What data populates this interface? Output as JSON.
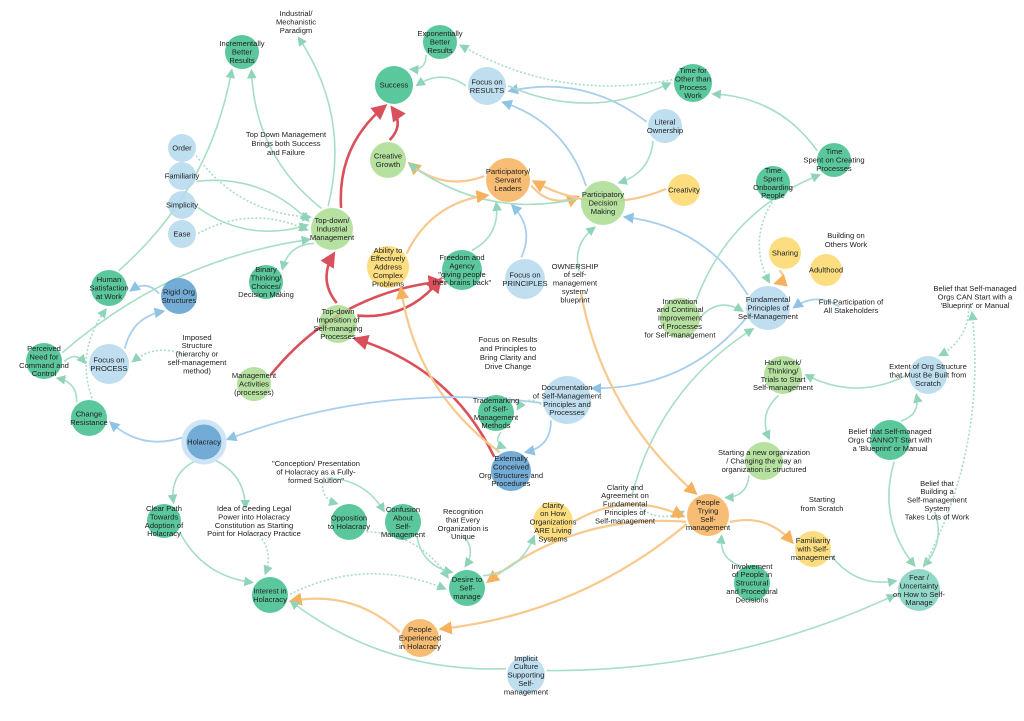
{
  "colors": {
    "green": "#3dbd8c",
    "light_green": "#a9dc8f",
    "light_blue": "#b4d9ee",
    "blue": "#5a9ed0",
    "orange": "#f6b15d",
    "yellow": "#fbd86a",
    "red": "#d9505a",
    "teal": "#7fd1c0"
  },
  "nodes": [
    {
      "id": "industrial",
      "label": "Industrial/\nMechanistic\nParadigm",
      "kind": "text"
    },
    {
      "id": "incremental",
      "label": "Incrementally\nBetter\nResults",
      "kind": "green"
    },
    {
      "id": "exponential",
      "label": "Exponentially\nBetter\nResults",
      "kind": "green"
    },
    {
      "id": "success",
      "label": "Success",
      "kind": "green"
    },
    {
      "id": "focus_results",
      "label": "Focus on\nRESULTS",
      "kind": "light_blue"
    },
    {
      "id": "time_other",
      "label": "Time for\nOther than\nProcess\nWork",
      "kind": "green"
    },
    {
      "id": "literal_own",
      "label": "Literal\nOwnership",
      "kind": "light_blue"
    },
    {
      "id": "time_creating",
      "label": "Time\nSpent on Creating\nProcesses",
      "kind": "green"
    },
    {
      "id": "order",
      "label": "Order",
      "kind": "light_blue"
    },
    {
      "id": "familiarity",
      "label": "Familiarity",
      "kind": "light_blue"
    },
    {
      "id": "simplicity",
      "label": "Simplicity",
      "kind": "light_blue"
    },
    {
      "id": "ease",
      "label": "Ease",
      "kind": "light_blue"
    },
    {
      "id": "creative_growth",
      "label": "Creative\nGrowth",
      "kind": "light_green"
    },
    {
      "id": "participatory_leaders",
      "label": "Participatory/\nServant\nLeaders",
      "kind": "orange"
    },
    {
      "id": "creativity",
      "label": "Creativity",
      "kind": "yellow"
    },
    {
      "id": "time_onboarding",
      "label": "Time\nSpent\nOnboarding\nPeople",
      "kind": "green"
    },
    {
      "id": "top_down",
      "label": "Top-down/\nIndustrial\nManagement",
      "kind": "light_green"
    },
    {
      "id": "participatory_dm",
      "label": "Participatory\nDecision\nMaking",
      "kind": "light_green"
    },
    {
      "id": "human_sat",
      "label": "Human\nSatisfaction\nat Work",
      "kind": "green"
    },
    {
      "id": "binary",
      "label": "Binary\nThinking/\nChoices/\nDecision Making",
      "kind": "green"
    },
    {
      "id": "ability_address",
      "label": "Ability to\nEffectively\nAddress\nComplex\nProblems",
      "kind": "yellow"
    },
    {
      "id": "freedom",
      "label": "Freedom and\nAgency\n\"giving people\ntheir brains back\"",
      "kind": "green"
    },
    {
      "id": "focus_principles",
      "label": "Focus on\nPRINCIPLES",
      "kind": "light_blue"
    },
    {
      "id": "ownership",
      "label": "OWNERSHIP\nof self-\nmanagement\nsystem/\nblueprint",
      "kind": "light_blue"
    },
    {
      "id": "sharing",
      "label": "Sharing",
      "kind": "yellow"
    },
    {
      "id": "adulthood",
      "label": "Adulthood",
      "kind": "yellow"
    },
    {
      "id": "rigid_org",
      "label": "Rigid Org\nStructures",
      "kind": "blue"
    },
    {
      "id": "top_down_imp",
      "label": "Top-down\nImposition of\nSelf-managing\nProcesses",
      "kind": "light_green"
    },
    {
      "id": "innovation",
      "label": "Innovation\nand Continual\nImprovement\nof Processes\nfor Self-management",
      "kind": "light_green"
    },
    {
      "id": "fundamental",
      "label": "Fundamental\nPrinciples of\nSelf-Management",
      "kind": "light_blue"
    },
    {
      "id": "full_participation",
      "label": "Full Participation of\nAll Stakeholders",
      "kind": "light_blue"
    },
    {
      "id": "belief_can",
      "label": "Belief that Self-managed\nOrgs CAN Start with a\n'Blueprint' or Manual",
      "kind": "green"
    },
    {
      "id": "perceived_need",
      "label": "Perceived\nNeed for\nCommand and\nControl",
      "kind": "green"
    },
    {
      "id": "focus_process",
      "label": "Focus on\nPROCESS",
      "kind": "light_blue"
    },
    {
      "id": "imposed",
      "label": "Imposed\nStructure\n(hierarchy or\nself-management\nmethod)",
      "kind": "light_green"
    },
    {
      "id": "mgmt_activities",
      "label": "Management\nActivities\n(processes)",
      "kind": "light_green"
    },
    {
      "id": "hard_work",
      "label": "Hard work/\nThinking/\nTrials to Start\nSelf-management",
      "kind": "light_green"
    },
    {
      "id": "extent_org",
      "label": "Extent of Org Structure\nthat Must Be Built from\nScratch",
      "kind": "light_blue"
    },
    {
      "id": "change_resistance",
      "label": "Change\nResistance",
      "kind": "green"
    },
    {
      "id": "documentation",
      "label": "Documentation\nof Self-Management\nPrinciples and\nProcesses",
      "kind": "light_blue"
    },
    {
      "id": "trademarking",
      "label": "Trademarking\nof Self-\nManagement\nMethods",
      "kind": "green"
    },
    {
      "id": "holacracy",
      "label": "Holacracy",
      "kind": "blue"
    },
    {
      "id": "conception",
      "label": "\"Conception/ Presentation\nof Holacracy as a Fully-\nformed Solution\"",
      "kind": "green"
    },
    {
      "id": "externally",
      "label": "Externally\nConceived\nOrg Structures and\nProcedures",
      "kind": "blue"
    },
    {
      "id": "starting_new",
      "label": "Starting a new organization\n/ Changing the way an\norganization is structured",
      "kind": "light_green"
    },
    {
      "id": "belief_cannot",
      "label": "Belief that Self-managed\nOrgs CANNOT Start with\na 'Blueprint' or Manual",
      "kind": "green"
    },
    {
      "id": "clear_path",
      "label": "Clear Path\nTowards\nAdoption of\nHolacracy",
      "kind": "green"
    },
    {
      "id": "ceding",
      "label": "Idea of Ceeding Legal\nPower into Holacracy\nConstitution as Starting\nPoint for Holacracy Practice",
      "kind": "light_green"
    },
    {
      "id": "opposition",
      "label": "Opposition\nto Holacracy",
      "kind": "green"
    },
    {
      "id": "confusion",
      "label": "Confusion\nAbout\nSelf-\nManagement",
      "kind": "green"
    },
    {
      "id": "recognition",
      "label": "Recognition\nthat Every\nOrganization is\nUnique",
      "kind": "green"
    },
    {
      "id": "clarity_living",
      "label": "Clarity\non How\nOrganizations\nARE Living\nSystems",
      "kind": "yellow"
    },
    {
      "id": "clarity_fund",
      "label": "Clarity and\nAgreement on\nFundamental\nPrinciples of\nSelf-management",
      "kind": "light_blue"
    },
    {
      "id": "people_trying",
      "label": "People\nTrying\nSelf-\nmanagement",
      "kind": "orange"
    },
    {
      "id": "belief_building",
      "label": "Belief that\nBuilding a\nSelf-management\nSystem\nTakes Lots of Work",
      "kind": "green"
    },
    {
      "id": "interest",
      "label": "Interest in\nHolacracy",
      "kind": "green"
    },
    {
      "id": "desire",
      "label": "Desire to\nSelf-\nmanage",
      "kind": "green"
    },
    {
      "id": "involvement",
      "label": "Involvement\nof People in\nStructural\nand Procedural\nDecisions",
      "kind": "green"
    },
    {
      "id": "familiarity_sm",
      "label": "Familiarity\nwith Self-\nmanagement",
      "kind": "yellow"
    },
    {
      "id": "fear",
      "label": "Fear /\nUncertainty\non How to Self-\nManage",
      "kind": "teal"
    },
    {
      "id": "people_experienced",
      "label": "People\nExperienced\nin Holacracy",
      "kind": "orange"
    },
    {
      "id": "implicit",
      "label": "Implicit\nCulture\nSupporting\nSelf-\nmanagement",
      "kind": "light_blue"
    }
  ],
  "annotations": [
    {
      "id": "top_down_note",
      "label": "Top Down Management\nBrings both Success\nand Failure"
    },
    {
      "id": "building_note",
      "label": "Building on\nOthers Work"
    },
    {
      "id": "focus_results_note",
      "label": "Focus on Results\nand Principles to\nBring Clarity and\nDrive Change"
    },
    {
      "id": "starting_scratch",
      "label": "Starting\nfrom Scratch"
    }
  ]
}
